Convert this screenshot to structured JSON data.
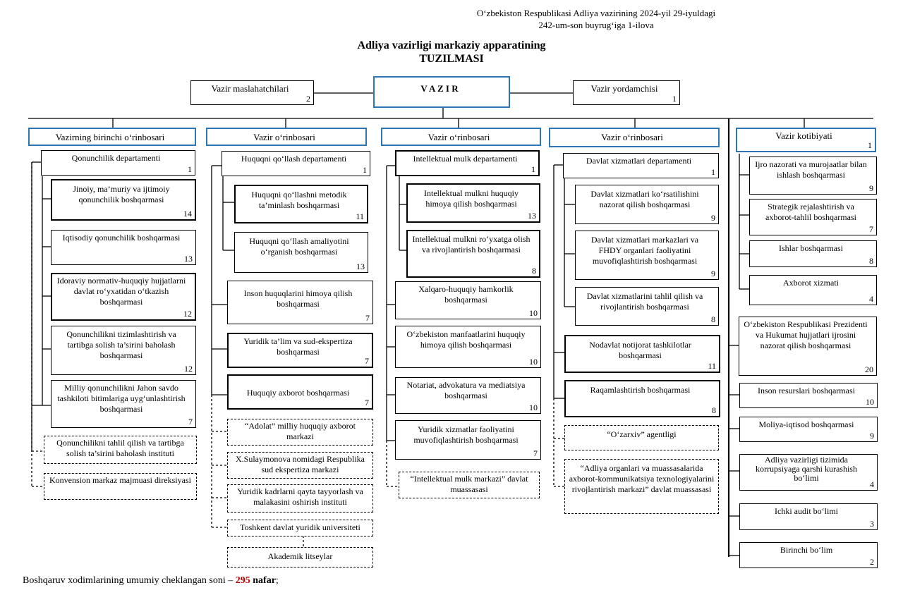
{
  "header": {
    "line1": "O‘zbekiston Respublikasi Adliya vazirining 2024-yil  29-iyuldagi",
    "line2": "242-um-son buyrug‘iga  1-ilova"
  },
  "title": {
    "line1": "Adliya vazirligi markaziy apparatining",
    "line2": "TUZILMASI"
  },
  "top": {
    "vazir": "V A Z I R",
    "maslahatchilar": {
      "name": "Vazir maslahatchilari",
      "count": "2"
    },
    "yordamchisi": {
      "name": "Vazir yordamchisi",
      "count": "1"
    }
  },
  "columns": [
    {
      "head": "Vazirning birinchi o‘rinbosari",
      "items": [
        {
          "name": "Qonunchilik departamenti",
          "count": "1"
        },
        {
          "name": "Jinoiy, ma’muriy va ijtimoiy qonunchilik boshqarmasi",
          "count": "14"
        },
        {
          "name": "Iqtisodiy qonunchilik boshqarmasi",
          "count": "13"
        },
        {
          "name": "Idoraviy normativ-huquqiy hujjatlarni davlat ro‘yxatidan o‘tkazish boshqarmasi",
          "count": "12"
        },
        {
          "name": "Qonunchilikni tizimlashtirish va tartibga solish ta’sirini baholash boshqarmasi",
          "count": "12"
        },
        {
          "name": "Milliy qonunchilikni Jahon savdo tashkiloti bitimlariga uyg‘unlashtirish boshqarmasi",
          "count": "7"
        },
        {
          "name": "Qonunchilikni tahlil qilish va tartibga solish ta’sirini baholash instituti",
          "count": ""
        },
        {
          "name": "Konvension markaz majmuasi direksiyasi",
          "count": ""
        }
      ]
    },
    {
      "head": "Vazir o‘rinbosari",
      "items": [
        {
          "name": "Huquqni qo‘llash departamenti",
          "count": "1"
        },
        {
          "name": "Huquqni qo‘llashni metodik ta’minlash boshqarmasi",
          "count": "11"
        },
        {
          "name": "Huquqni qo‘llash amaliyotini o‘rganish boshqarmasi",
          "count": "13"
        },
        {
          "name": "Inson huquqlarini himoya qilish boshqarmasi",
          "count": "7"
        },
        {
          "name": "Yuridik ta’lim va sud-ekspertiza boshqarmasi",
          "count": "7"
        },
        {
          "name": "Huquqiy axborot boshqarmasi",
          "count": "7"
        },
        {
          "name": "“Adolat” milliy huquqiy axborot markazi",
          "count": ""
        },
        {
          "name": "X.Sulaymonova nomidagi Respublika sud ekspertiza markazi",
          "count": ""
        },
        {
          "name": "Yuridik kadrlarni qayta tayyorlash va malakasini oshirish instituti",
          "count": ""
        },
        {
          "name": "Toshkent davlat yuridik universiteti",
          "count": ""
        },
        {
          "name": "Akademik litseylar",
          "count": ""
        }
      ]
    },
    {
      "head": "Vazir o‘rinbosari",
      "items": [
        {
          "name": "Intellektual mulk departamenti",
          "count": "1"
        },
        {
          "name": "Intellektual mulkni huquqiy himoya qilish boshqarmasi",
          "count": "13"
        },
        {
          "name": "Intellektual mulkni ro‘yxatga olish va rivojlantirish boshqarmasi",
          "count": "8"
        },
        {
          "name": "Xalqaro-huquqiy hamkorlik boshqarmasi",
          "count": "10"
        },
        {
          "name": "O‘zbekiston manfaatlarini huquqiy himoya qilish boshqarmasi",
          "count": "10"
        },
        {
          "name": "Notariat, advokatura va mediatsiya boshqarmasi",
          "count": "10"
        },
        {
          "name": "Yuridik xizmatlar faoliyatini muvofiqlashtirish boshqarmasi",
          "count": "7"
        },
        {
          "name": "“Intellektual mulk markazi” davlat muassasasi",
          "count": ""
        }
      ]
    },
    {
      "head": "Vazir o‘rinbosari",
      "items": [
        {
          "name": "Davlat xizmatlari departamenti",
          "count": "1"
        },
        {
          "name": "Davlat xizmatlari ko‘rsatilishini nazorat qilish boshqarmasi",
          "count": "9"
        },
        {
          "name": "Davlat xizmatlari markazlari va FHDY organlari faoliyatini muvofiqlashtirish boshqarmasi",
          "count": "9"
        },
        {
          "name": "Davlat xizmatlarini tahlil qilish va rivojlantirish boshqarmasi",
          "count": "8"
        },
        {
          "name": "Nodavlat notijorat tashkilotlar boshqarmasi",
          "count": "11"
        },
        {
          "name": "Raqamlashtirish boshqarmasi",
          "count": "8"
        },
        {
          "name": "“O‘zarxiv” agentligi",
          "count": ""
        },
        {
          "name": "“Adliya organlari va muassasalarida axborot-kommunikatsiya texnologiyalarini rivojlantirish markazi” davlat muassasasi",
          "count": ""
        }
      ]
    },
    {
      "head": "Vazir kotibiyati",
      "head_count": "1",
      "items": [
        {
          "name": "Ijro nazorati va murojaatlar bilan ishlash boshqarmasi",
          "count": "9"
        },
        {
          "name": "Strategik rejalashtirish va axborot-tahlil boshqarmasi",
          "count": "7"
        },
        {
          "name": "Ishlar boshqarmasi",
          "count": "8"
        },
        {
          "name": "Axborot xizmati",
          "count": "4"
        },
        {
          "name": "O‘zbekiston Respublikasi Prezidenti va Hukumat hujjatlari ijrosini nazorat qilish boshqarmasi",
          "count": "20"
        },
        {
          "name": "Inson resurslari boshqarmasi",
          "count": "10"
        },
        {
          "name": "Moliya-iqtisod boshqarmasi",
          "count": "9"
        },
        {
          "name": "Adliya vazirligi tizimida korrupsiyaga qarshi kurashish bo‘limi",
          "count": "4"
        },
        {
          "name": "Ichki audit bo‘limi",
          "count": "3"
        },
        {
          "name": "Birinchi bo‘lim",
          "count": "2"
        }
      ]
    }
  ],
  "footer": {
    "prefix": "Boshqaruv xodimlarining umumiy cheklangan soni – ",
    "number": "295",
    "unit": " nafar",
    "suffix": ";"
  }
}
